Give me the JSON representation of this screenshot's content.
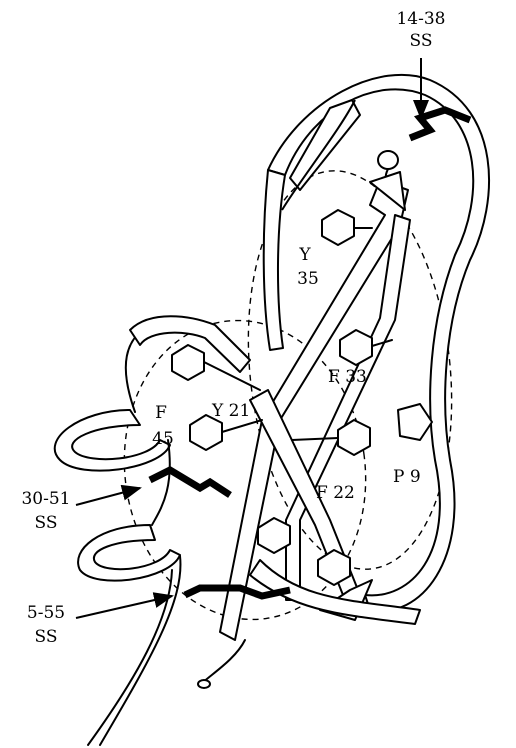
{
  "labels": {
    "ss_14_38": {
      "line1": "14-38",
      "line2": "SS"
    },
    "ss_30_51": {
      "line1": "30-51",
      "line2": "SS"
    },
    "ss_5_55": {
      "line1": "5-55",
      "line2": "SS"
    },
    "y35": {
      "line1": "Y",
      "line2": "35"
    },
    "f33": "F 33",
    "y21": "Y 21",
    "f45": {
      "line1": "F",
      "line2": "45"
    },
    "f22": "F 22",
    "p9": "P 9"
  }
}
